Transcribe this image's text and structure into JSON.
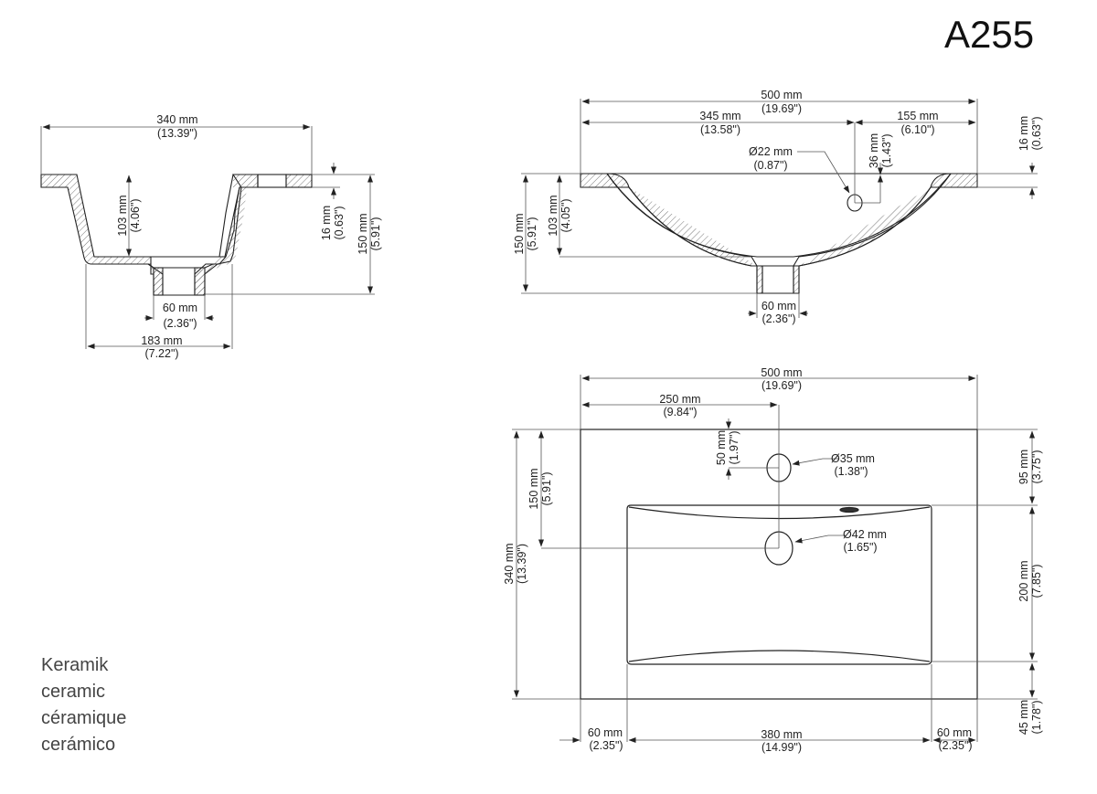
{
  "title": "A255",
  "materials": [
    "Keramik",
    "ceramic",
    "céramique",
    "cerámico"
  ],
  "side_view": {
    "width": {
      "mm": "340 mm",
      "in": "(13.39\")"
    },
    "inner_depth": {
      "mm": "103 mm",
      "in": "(4.06\")"
    },
    "rim_thickness": {
      "mm": "16 mm",
      "in": "(0.63\")"
    },
    "total_height": {
      "mm": "150 mm",
      "in": "(5.91\")"
    },
    "drain_width": {
      "mm": "60 mm",
      "in": "(2.36\")"
    },
    "bottom_width": {
      "mm": "183 mm",
      "in": "(7.22\")"
    }
  },
  "front_view": {
    "width": {
      "mm": "500 mm",
      "in": "(19.69\")"
    },
    "left_to_tap": {
      "mm": "345 mm",
      "in": "(13.58\")"
    },
    "tap_to_right": {
      "mm": "155 mm",
      "in": "(6.10\")"
    },
    "overflow_diameter": {
      "mm": "Ø22 mm",
      "in": "(0.87\")"
    },
    "overflow_depth": {
      "mm": "36 mm",
      "in": "(1.43\")"
    },
    "rim_thickness": {
      "mm": "16 mm",
      "in": "(0.63\")"
    },
    "total_height": {
      "mm": "150 mm",
      "in": "(5.91\")"
    },
    "inner_depth": {
      "mm": "103 mm",
      "in": "(4.05\")"
    },
    "drain_width": {
      "mm": "60 mm",
      "in": "(2.36\")"
    }
  },
  "top_view": {
    "width": {
      "mm": "500 mm",
      "in": "(19.69\")"
    },
    "center": {
      "mm": "250 mm",
      "in": "(9.84\")"
    },
    "tap_offset": {
      "mm": "50 mm",
      "in": "(1.97\")"
    },
    "tap_hole": {
      "mm": "Ø35 mm",
      "in": "(1.38\")"
    },
    "drain_hole": {
      "mm": "Ø42 mm",
      "in": "(1.65\")"
    },
    "drain_offset": {
      "mm": "150 mm",
      "in": "(5.91\")"
    },
    "depth": {
      "mm": "340 mm",
      "in": "(13.39\")"
    },
    "back_margin": {
      "mm": "95 mm",
      "in": "(3.75\")"
    },
    "basin_length": {
      "mm": "200 mm",
      "in": "(7.85\")"
    },
    "front_margin": {
      "mm": "45 mm",
      "in": "(1.78\")"
    },
    "left_margin": {
      "mm": "60 mm",
      "in": "(2.35\")"
    },
    "basin_width": {
      "mm": "380 mm",
      "in": "(14.99\")"
    },
    "right_margin": {
      "mm": "60 mm",
      "in": "(2.35\")"
    }
  }
}
